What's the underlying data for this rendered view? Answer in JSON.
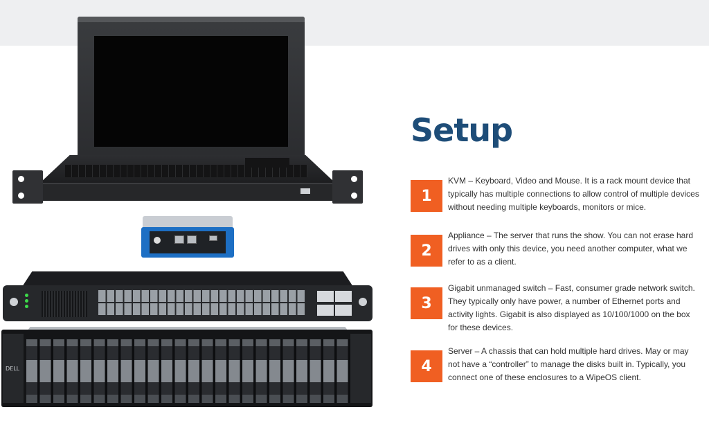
{
  "page": {
    "title": "Setup",
    "accent_color": "#f05f22",
    "title_color": "#1e4d78"
  },
  "illustrations": {
    "kvm": "kvm-rack-device",
    "appliance": "appliance-box",
    "switch": "gigabit-switch",
    "server": "server-chassis",
    "server_logo_text": "DELL"
  },
  "items": [
    {
      "number": "1",
      "text": "KVM – Keyboard, Video and Mouse. It is a rack mount device that typically has multiple connections to allow control of multiple devices without needing multiple keyboards, monitors or mice."
    },
    {
      "number": "2",
      "text": "Appliance – The server that runs the show. You can not erase hard drives with only this device, you need another computer, what we refer to as a client."
    },
    {
      "number": "3",
      "text": "Gigabit unmanaged switch – Fast, consumer grade network switch. They typically only have power, a number of Ethernet ports and activity lights. Gigabit is also displayed as 10/100/1000 on the box for these devices."
    },
    {
      "number": "4",
      "text": "Server – A chassis that can hold multiple hard drives. May or may not have a “controller” to manage the disks built in. Typically, you connect one of these enclosures to a WipeOS client."
    }
  ]
}
